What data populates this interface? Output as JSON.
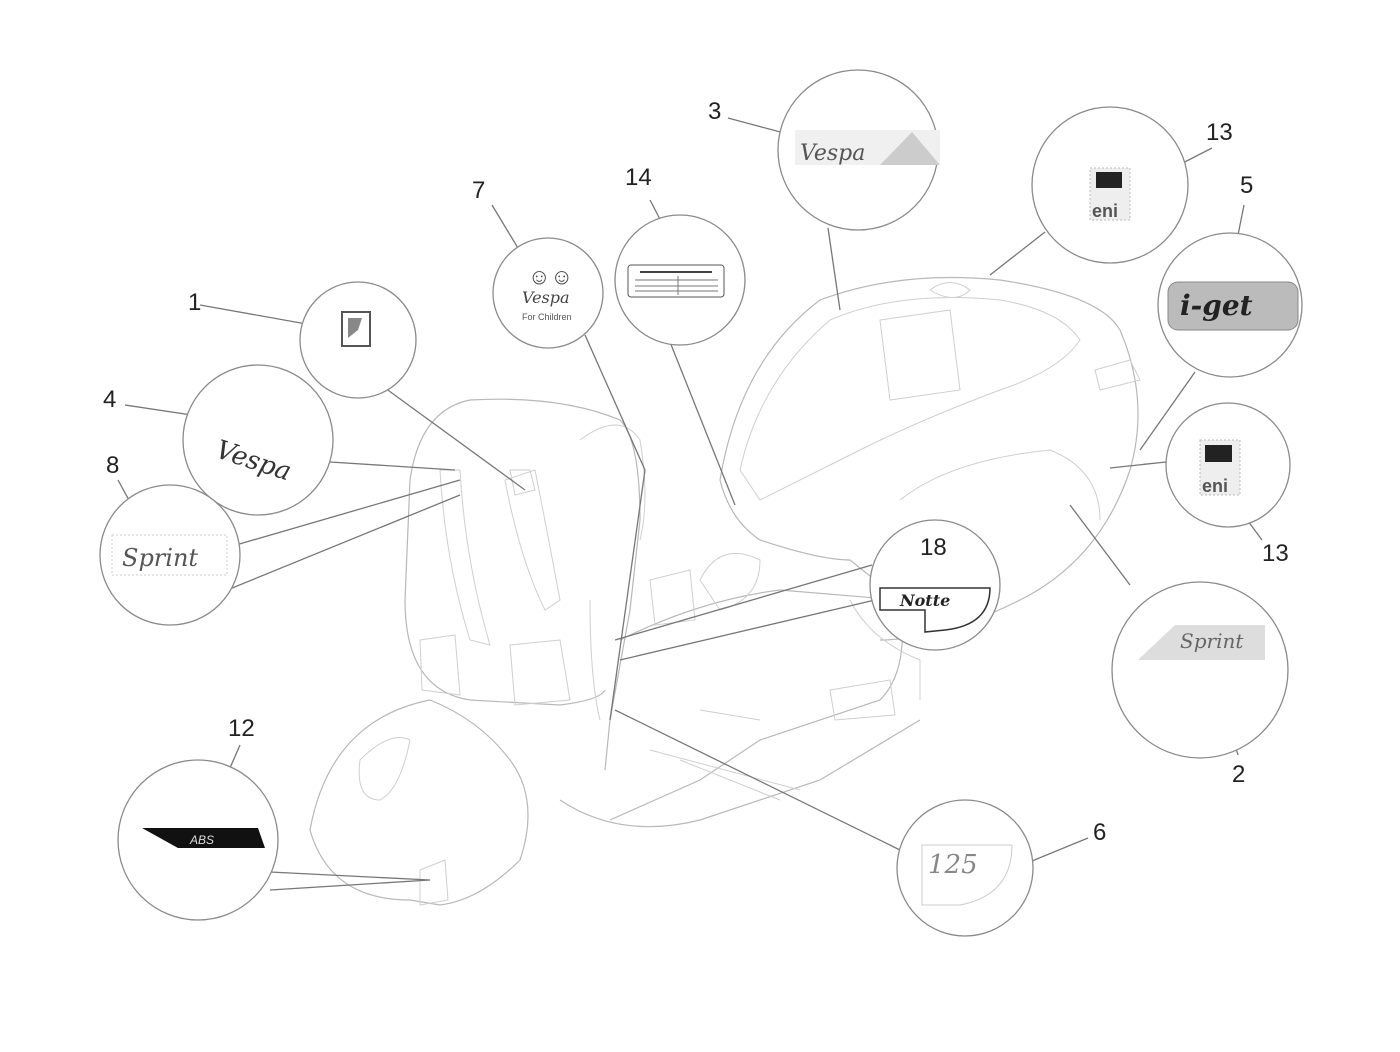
{
  "callouts": [
    {
      "number": "1",
      "part": "piaggio-badge"
    },
    {
      "number": "2",
      "part": "sprint-side-decal",
      "text": "Sprint"
    },
    {
      "number": "3",
      "part": "vespa-side-decal",
      "text": "Vespa"
    },
    {
      "number": "4",
      "part": "vespa-front-logo",
      "text": "Vespa"
    },
    {
      "number": "5",
      "part": "i-get-badge",
      "text": "i-get"
    },
    {
      "number": "6",
      "part": "displacement-badge",
      "text": "125"
    },
    {
      "number": "7",
      "part": "vespa-for-children-sticker",
      "text": "Vespa",
      "subtext": "For Children"
    },
    {
      "number": "8",
      "part": "sprint-front-badge",
      "text": "Sprint"
    },
    {
      "number": "12",
      "part": "abs-decal",
      "text": "ABS"
    },
    {
      "number": "13",
      "part": "eni-sticker",
      "text": "eni"
    },
    {
      "number": "13",
      "part": "eni-sticker",
      "text": "eni"
    },
    {
      "number": "14",
      "part": "information-label"
    },
    {
      "number": "18",
      "part": "notte-badge",
      "text": "Notte"
    }
  ],
  "colors": {
    "outline": "#b8b8b8",
    "callout": "#8a8a8a",
    "text": "#222222"
  }
}
